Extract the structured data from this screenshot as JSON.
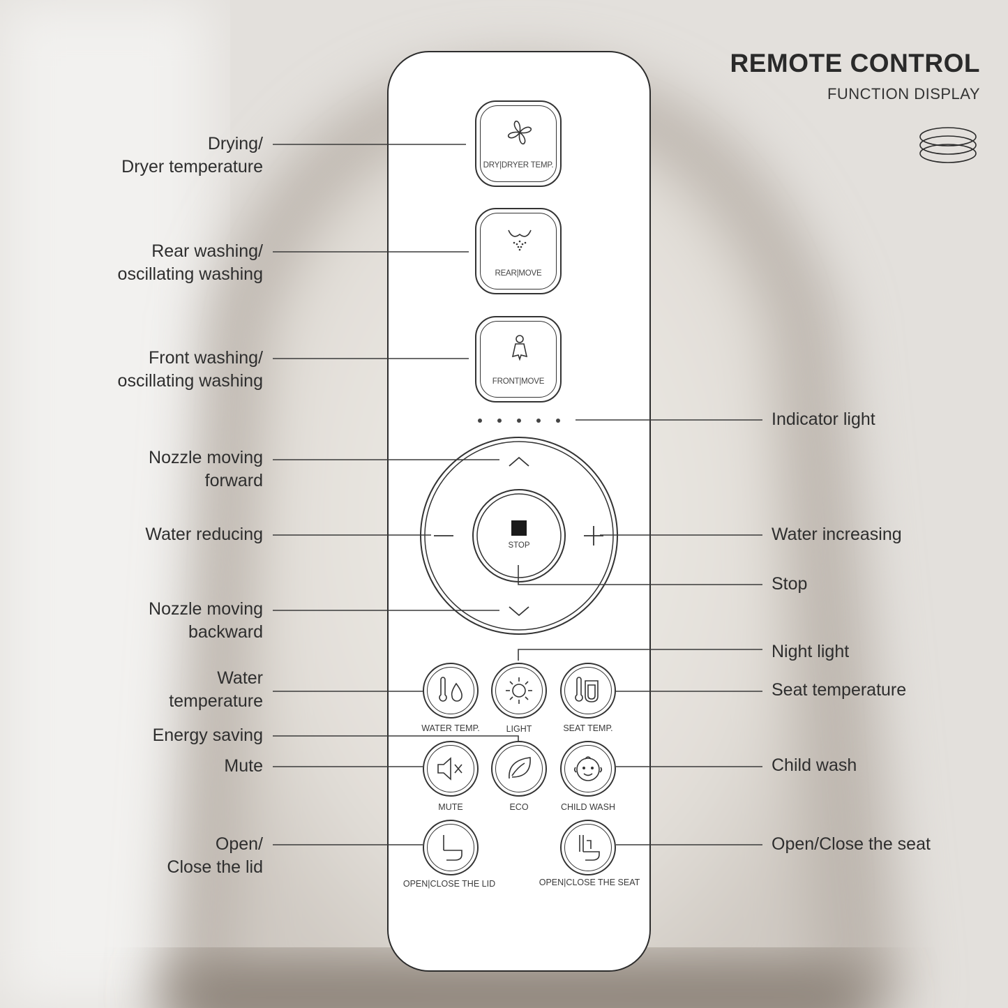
{
  "title": {
    "main": "REMOTE CONTROL",
    "sub": "FUNCTION DISPLAY"
  },
  "remote_buttons": {
    "dry": "DRY|DRYER TEMP.",
    "rear": "REAR|MOVE",
    "front": "FRONT|MOVE",
    "stop": "STOP",
    "water_temp": "WATER TEMP.",
    "light": "LIGHT",
    "seat_temp": "SEAT TEMP.",
    "mute": "MUTE",
    "eco": "ECO",
    "child_wash": "CHILD WASH",
    "open_lid": "OPEN|CLOSE THE LID",
    "open_seat": "OPEN|CLOSE THE SEAT"
  },
  "labels_left": {
    "drying_1": "Drying/",
    "drying_2": "Dryer temperature",
    "rear_1": "Rear washing/",
    "rear_2": "oscillating washing",
    "front_1": "Front washing/",
    "front_2": "oscillating washing",
    "nozzle_fwd_1": "Nozzle moving",
    "nozzle_fwd_2": "forward",
    "water_reducing": "Water reducing",
    "nozzle_back_1": "Nozzle moving",
    "nozzle_back_2": "backward",
    "water_temp_1": "Water",
    "water_temp_2": "temperature",
    "energy_saving": "Energy saving",
    "mute": "Mute",
    "lid_1": "Open/",
    "lid_2": "Close the lid"
  },
  "labels_right": {
    "indicator_light": "Indicator light",
    "water_increasing": "Water increasing",
    "stop": "Stop",
    "night_light": "Night light",
    "seat_temperature": "Seat temperature",
    "child_wash": "Child wash",
    "open_close_seat": "Open/Close the seat"
  },
  "colors": {
    "background": "#d6d2cd",
    "remote_body": "#ffffff",
    "line": "#3a3a3a",
    "text": "#2e2e2e"
  }
}
